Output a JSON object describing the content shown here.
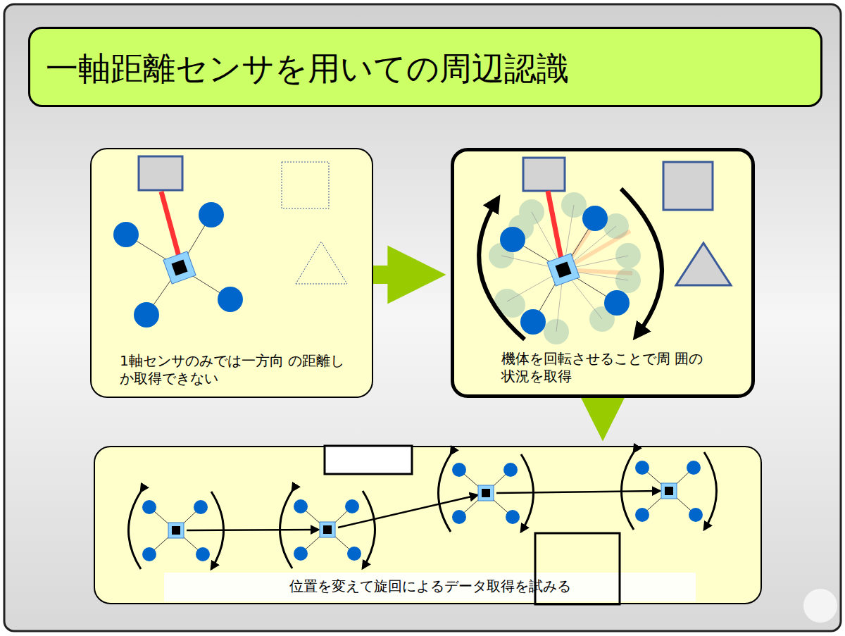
{
  "diagram": {
    "title": "一軸距離センサを用いての周辺認識",
    "nodes": [
      {
        "text": [
          "1軸センサのみでは一方向 の距離しか取得できない"
        ]
      },
      {
        "text": [
          "機体を回転させることで周 囲の状況を取得"
        ]
      },
      {
        "text": [
          "位置を変えて旋回によるデータ取得を試みる"
        ]
      }
    ],
    "edges": [
      {
        "from": 0,
        "to": 1,
        "arrow": "to"
      },
      {
        "from": 1,
        "to": 2,
        "arrow": "to"
      }
    ]
  }
}
